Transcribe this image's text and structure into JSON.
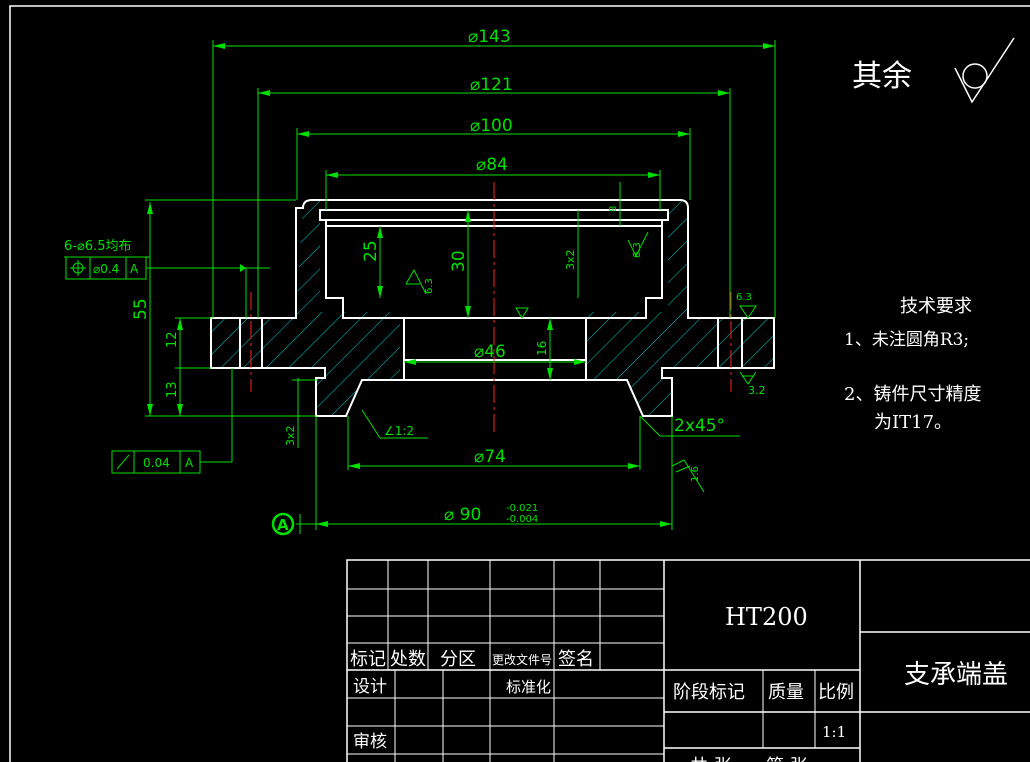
{
  "dimensions": {
    "d143": "⌀143",
    "d121": "⌀121",
    "d100": "⌀100",
    "d84": "⌀84",
    "d46": "⌀46",
    "d74": "⌀74",
    "d90": "⌀ 90",
    "d90_tol_upper": "-0.021",
    "d90_tol_lower": "-0.004",
    "h55": "55",
    "h25": "25",
    "h30": "30",
    "h12": "12",
    "h13": "13",
    "h16": "16",
    "h8": "8",
    "chamfer_3x2_top": "3x2",
    "chamfer_3x2_bottom": "3x2",
    "chamfer_2x45": "2x45°",
    "taper": "∠1:2"
  },
  "roughness": {
    "r63_a": "6.3",
    "r63_b": "6.3",
    "r63_c": "6.3",
    "r32": "3.2",
    "r16": "1.6"
  },
  "hole_note": "6-⌀6.5均布",
  "tolerance_frames": {
    "position": {
      "symbol": "⌖",
      "value": "⌀0.4",
      "datum": "A"
    },
    "runout": {
      "symbol": "↗",
      "value": "0.04",
      "datum": "A"
    }
  },
  "datum_label": "A",
  "surface_note": "其余",
  "tech_requirements": {
    "title": "技术要求",
    "item1": "1、未注圆角R3;",
    "item2_line1": "2、铸件尺寸精度",
    "item2_line2": "为IT17。"
  },
  "title_block": {
    "material": "HT200",
    "part_name": "支承端盖",
    "row_labels": {
      "mark": "标记",
      "count": "处数",
      "zone": "分区",
      "change_doc": "更改文件号",
      "sign": "签名",
      "design": "设计",
      "standardize": "标准化",
      "review": "审核",
      "stage_mark": "阶段标记",
      "mass": "质量",
      "scale": "比例",
      "scale_value": "1:1",
      "sheet_total": "共  张",
      "sheet_no": "第  张"
    }
  }
}
